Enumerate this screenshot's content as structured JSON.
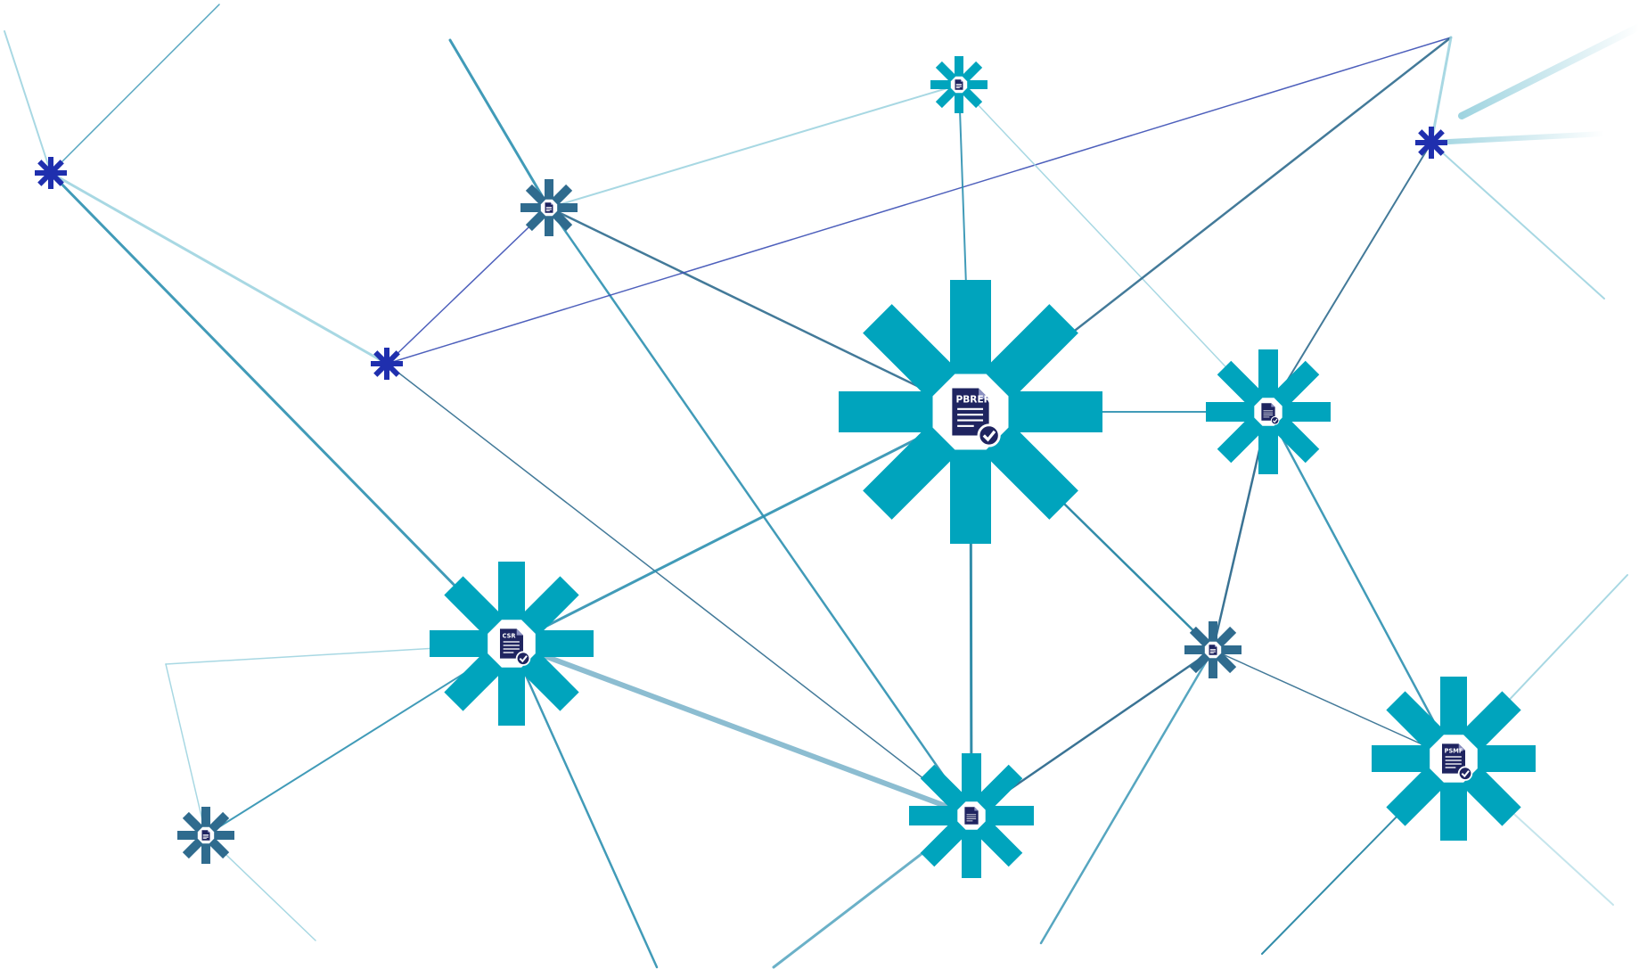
{
  "colors": {
    "background": "#ffffff",
    "teal": "#00a4bd",
    "teal_dark": "#1b7fa0",
    "navy": "#1f2fae",
    "steel": "#2f6b8e",
    "doc": "#1f2460",
    "doc_corner": "#ffffff",
    "edge_light": "#9fd4e0",
    "edge_mid": "#2c90b0",
    "edge_navy": "#3b4fb5"
  },
  "nodes": [
    {
      "id": "pbrer",
      "label": "PBRER",
      "size": "large",
      "color": "teal",
      "icon": "document-check-icon"
    },
    {
      "id": "csr",
      "label": "CSR",
      "size": "medium",
      "color": "teal",
      "icon": "document-check-icon"
    },
    {
      "id": "psmf",
      "label": "PSMF",
      "size": "medium",
      "color": "teal",
      "icon": "document-check-icon"
    },
    {
      "id": "rmp",
      "label": "",
      "size": "small",
      "color": "teal",
      "icon": "document-check-icon"
    },
    {
      "id": "bottom-center",
      "label": "",
      "size": "small",
      "color": "teal",
      "icon": "document-icon"
    },
    {
      "id": "top-center",
      "label": "",
      "size": "tiny",
      "color": "teal",
      "icon": "document-icon"
    },
    {
      "id": "top-left-mid",
      "label": "",
      "size": "tiny",
      "color": "steel",
      "icon": "document-icon"
    },
    {
      "id": "mid-right-small",
      "label": "",
      "size": "tiny",
      "color": "steel",
      "icon": "document-icon"
    },
    {
      "id": "bottom-left",
      "label": "",
      "size": "tiny",
      "color": "steel",
      "icon": "document-icon"
    },
    {
      "id": "far-left",
      "label": "",
      "size": "dot",
      "color": "navy",
      "icon": ""
    },
    {
      "id": "left-mid",
      "label": "",
      "size": "dot",
      "color": "navy",
      "icon": ""
    },
    {
      "id": "top-right",
      "label": "",
      "size": "dot",
      "color": "navy",
      "icon": ""
    }
  ]
}
